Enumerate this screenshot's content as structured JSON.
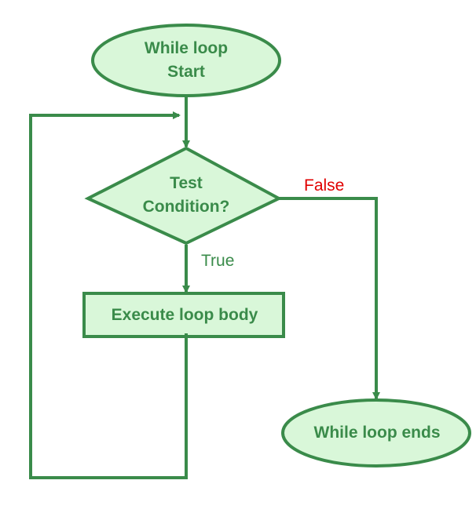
{
  "nodes": {
    "start": "While loop\nStart",
    "condition": "Test\nCondition?",
    "body": "Execute loop body",
    "end": "While loop ends"
  },
  "edges": {
    "true_label": "True",
    "false_label": "False"
  },
  "colors": {
    "stroke": "#3a8b4a",
    "fill": "#d9f7d9",
    "text": "#3a8b4a",
    "false_text": "#e00000"
  },
  "icons": {
    "arrowhead": "triangle-arrowhead-icon"
  }
}
